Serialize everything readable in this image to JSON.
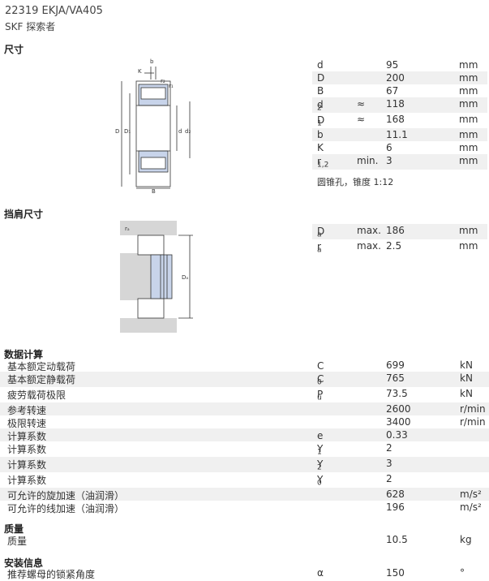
{
  "header": {
    "title": "22319 EKJA/VA405",
    "subtitle": "SKF 探索者"
  },
  "sections": {
    "dimensions": "尺寸",
    "abutment": "挡肩尺寸"
  },
  "dimensions": [
    {
      "sym": "d",
      "sub": "",
      "q": "",
      "val": "95",
      "unit": "mm"
    },
    {
      "sym": "D",
      "sub": "",
      "q": "",
      "val": "200",
      "unit": "mm"
    },
    {
      "sym": "B",
      "sub": "",
      "q": "",
      "val": "67",
      "unit": "mm"
    },
    {
      "sym": "d",
      "sub": "2",
      "q": "≈",
      "val": "118",
      "unit": "mm"
    },
    {
      "sym": "D",
      "sub": "1",
      "q": "≈",
      "val": "168",
      "unit": "mm"
    },
    {
      "sym": "b",
      "sub": "",
      "q": "",
      "val": "11.1",
      "unit": "mm"
    },
    {
      "sym": "K",
      "sub": "",
      "q": "",
      "val": "6",
      "unit": "mm"
    },
    {
      "sym": "r",
      "sub": "1,2",
      "q": "min.",
      "val": "3",
      "unit": "mm"
    }
  ],
  "dimensions_note": "圆锥孔，锥度 1:12",
  "abutment": [
    {
      "sym": "D",
      "sub": "a",
      "q": "max.",
      "val": "186",
      "unit": "mm"
    },
    {
      "sym": "r",
      "sub": "a",
      "q": "max.",
      "val": "2.5",
      "unit": "mm"
    }
  ],
  "calc": {
    "section": "数据计算",
    "rows": [
      {
        "label": "基本额定动载荷",
        "sym": "C",
        "sub": "",
        "val": "699",
        "unit": "kN"
      },
      {
        "label": "基本额定静载荷",
        "sym": "C",
        "sub": "0",
        "val": "765",
        "unit": "kN"
      },
      {
        "label": "疲劳载荷极限",
        "sym": "P",
        "sub": "u",
        "val": "73.5",
        "unit": "kN"
      },
      {
        "label": "参考转速",
        "sym": "",
        "sub": "",
        "val": "2600",
        "unit": "r/min"
      },
      {
        "label": "极限转速",
        "sym": "",
        "sub": "",
        "val": "3400",
        "unit": "r/min"
      },
      {
        "label": "计算系数",
        "sym": "e",
        "sub": "",
        "val": "0.33",
        "unit": ""
      },
      {
        "label": "计算系数",
        "sym": "Y",
        "sub": "1",
        "val": "2",
        "unit": ""
      },
      {
        "label": "计算系数",
        "sym": "Y",
        "sub": "2",
        "val": "3",
        "unit": ""
      },
      {
        "label": "计算系数",
        "sym": "Y",
        "sub": "0",
        "val": "2",
        "unit": ""
      },
      {
        "label": "可允许的旋加速（油润滑）",
        "sym": "",
        "sub": "",
        "val": "628",
        "unit": "m/s²"
      },
      {
        "label": "可允许的线加速（油润滑）",
        "sym": "",
        "sub": "",
        "val": "196",
        "unit": "m/s²"
      }
    ]
  },
  "mass": {
    "section": "质量",
    "label": "质量",
    "val": "10.5",
    "unit": "kg"
  },
  "install": {
    "section": "安装信息",
    "label": "推荐螺母的锁紧角度",
    "sym": "α",
    "val": "150",
    "unit": "°"
  },
  "figure_labels": {
    "top": {
      "b": "b",
      "K": "K",
      "r2": "r₂",
      "r1": "r₁",
      "D": "D",
      "D1": "D₁",
      "d": "d",
      "d2": "d₂",
      "B": "B"
    },
    "bottom": {
      "ra": "rₐ",
      "Da": "Dₐ"
    }
  },
  "colors": {
    "bearing_blue": "#c8d4ea",
    "housing_gray": "#d6d6d6",
    "row_alt": "#f0f0f0"
  }
}
